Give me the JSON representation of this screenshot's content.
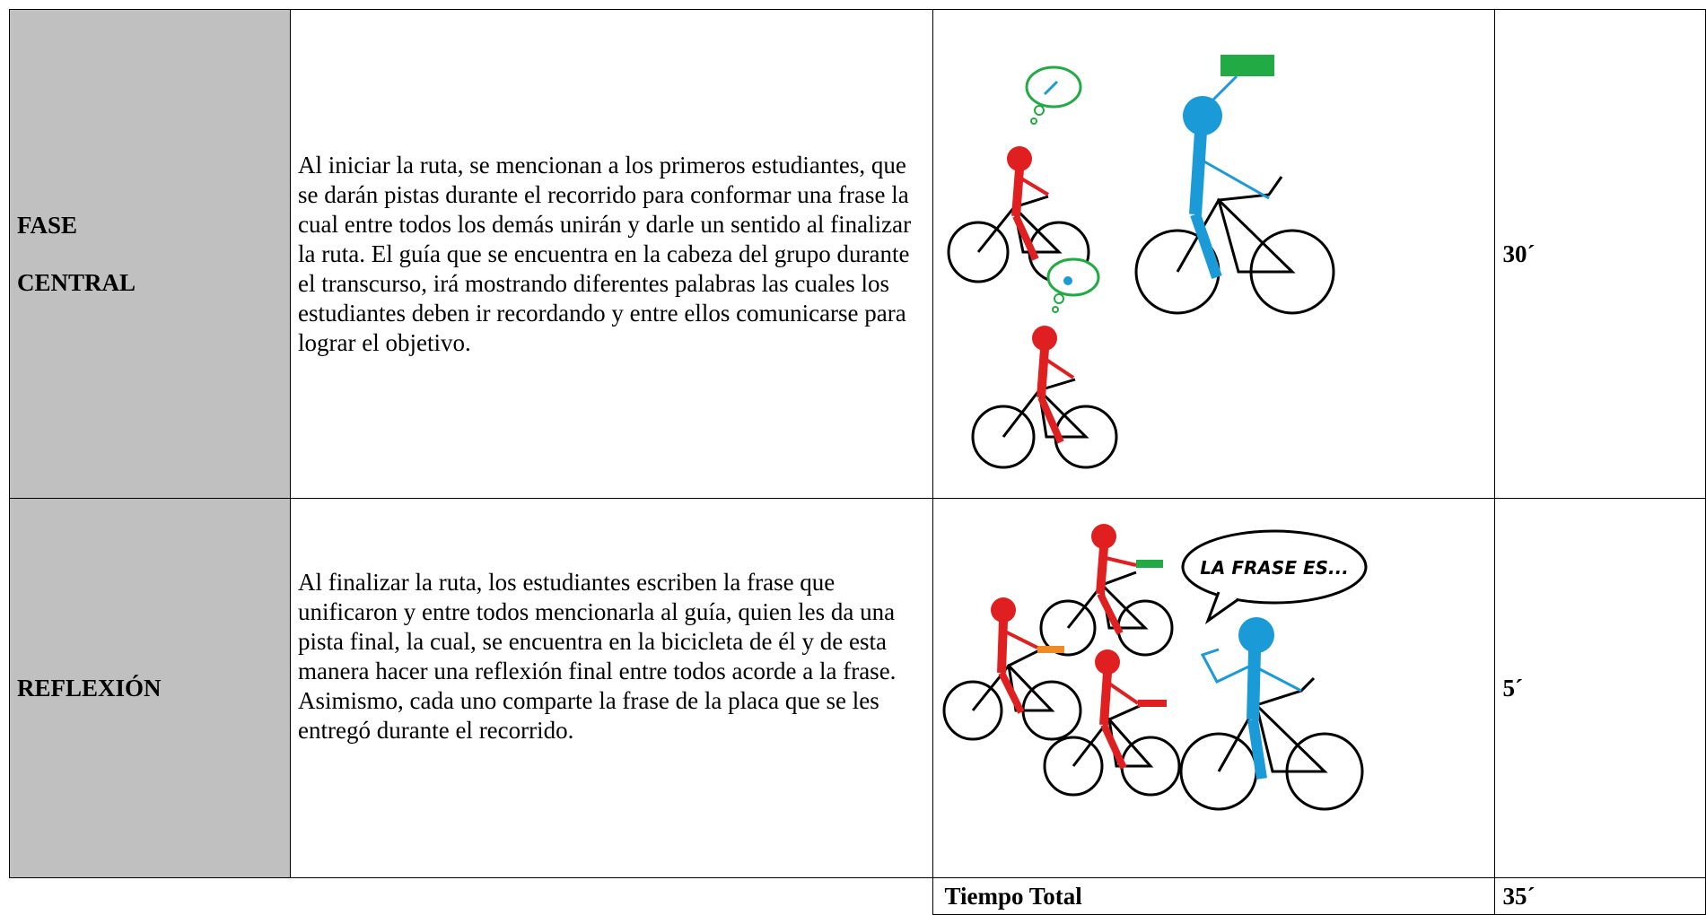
{
  "rows": [
    {
      "phase_lines": [
        "FASE",
        "CENTRAL"
      ],
      "description": "Al iniciar la ruta, se mencionan a los primeros estudiantes, que se darán pistas durante el recorrido para conformar una frase la cual entre todos los demás unirán y darle un sentido al finalizar la ruta. El guía que se encuentra en la cabeza del grupo durante el transcurso, irá mostrando diferentes palabras las cuales los estudiantes deben ir recordando y entre ellos comunicarse para lograr el objetivo.",
      "time": "30´"
    },
    {
      "phase_lines": [
        "REFLEXIÓN"
      ],
      "description": "Al finalizar la ruta, los estudiantes escriben la frase que unificaron y entre todos mencionarla al guía, quien les da una pista final, la cual, se encuentra en la bicicleta de él y de esta manera hacer una reflexión final entre todos acorde a la frase. Asimismo, cada uno comparte la frase de la placa que se les entregó durante el recorrido.",
      "time": "5´",
      "speech_bubble": "LA FRASE ES..."
    }
  ],
  "footer": {
    "label": "Tiempo Total",
    "total": "35´"
  },
  "colors": {
    "phase_bg": "#c0c0c0",
    "student_red": "#e02020",
    "guide_blue": "#1a9ad6",
    "sign_green": "#22aa44",
    "plate_orange": "#f08a24"
  }
}
